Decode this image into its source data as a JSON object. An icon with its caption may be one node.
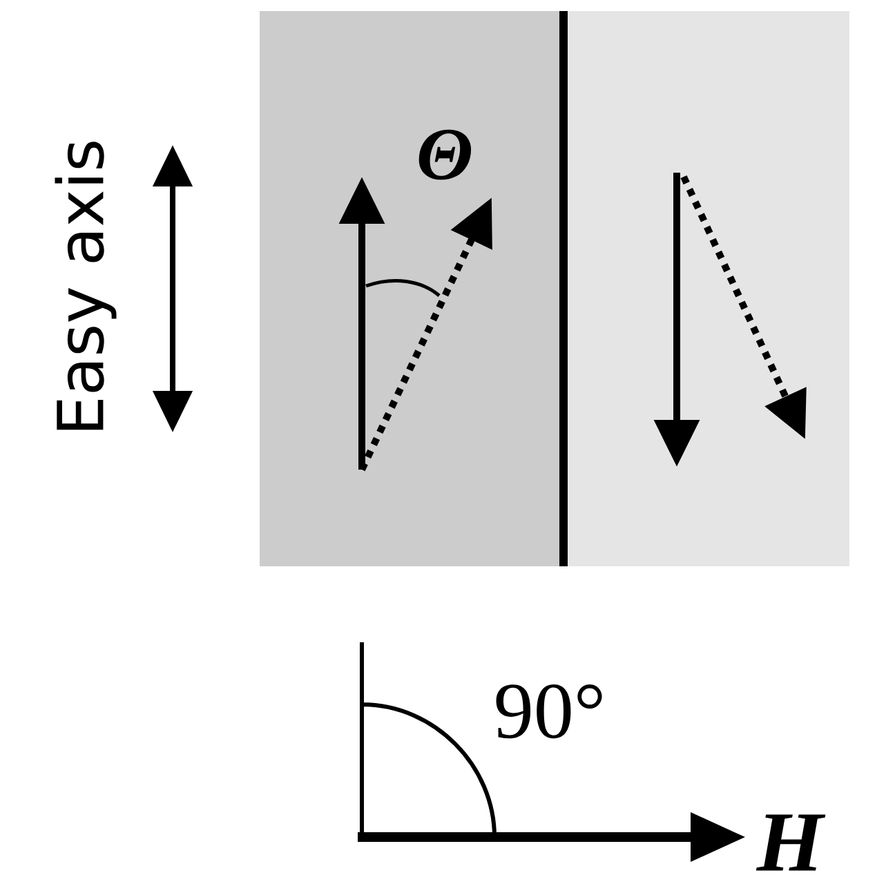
{
  "diagram": {
    "labels": [
      "Easy axis",
      "Θ",
      "90°",
      "H"
    ]
  }
}
